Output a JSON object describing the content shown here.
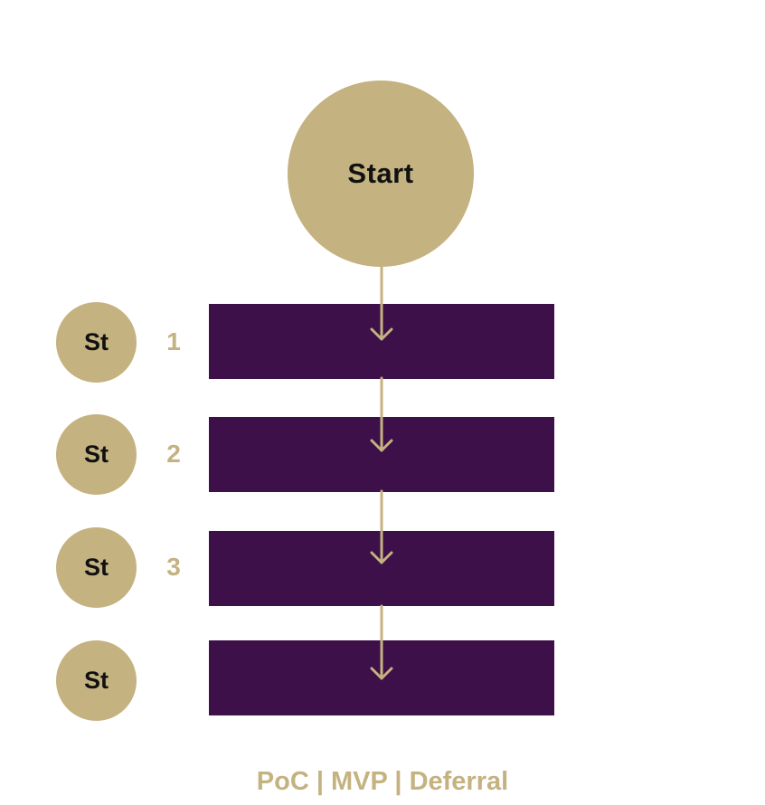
{
  "colors": {
    "gold": "#c4b280",
    "purple": "#3e1049",
    "text_dark": "#111111"
  },
  "start": {
    "label": "Start"
  },
  "steps": [
    {
      "badge": "St",
      "number": "1"
    },
    {
      "badge": "St",
      "number": "2"
    },
    {
      "badge": "St",
      "number": "3"
    },
    {
      "badge": "St",
      "number": ""
    }
  ],
  "footer": {
    "text": "PoC | MVP | Deferral"
  }
}
